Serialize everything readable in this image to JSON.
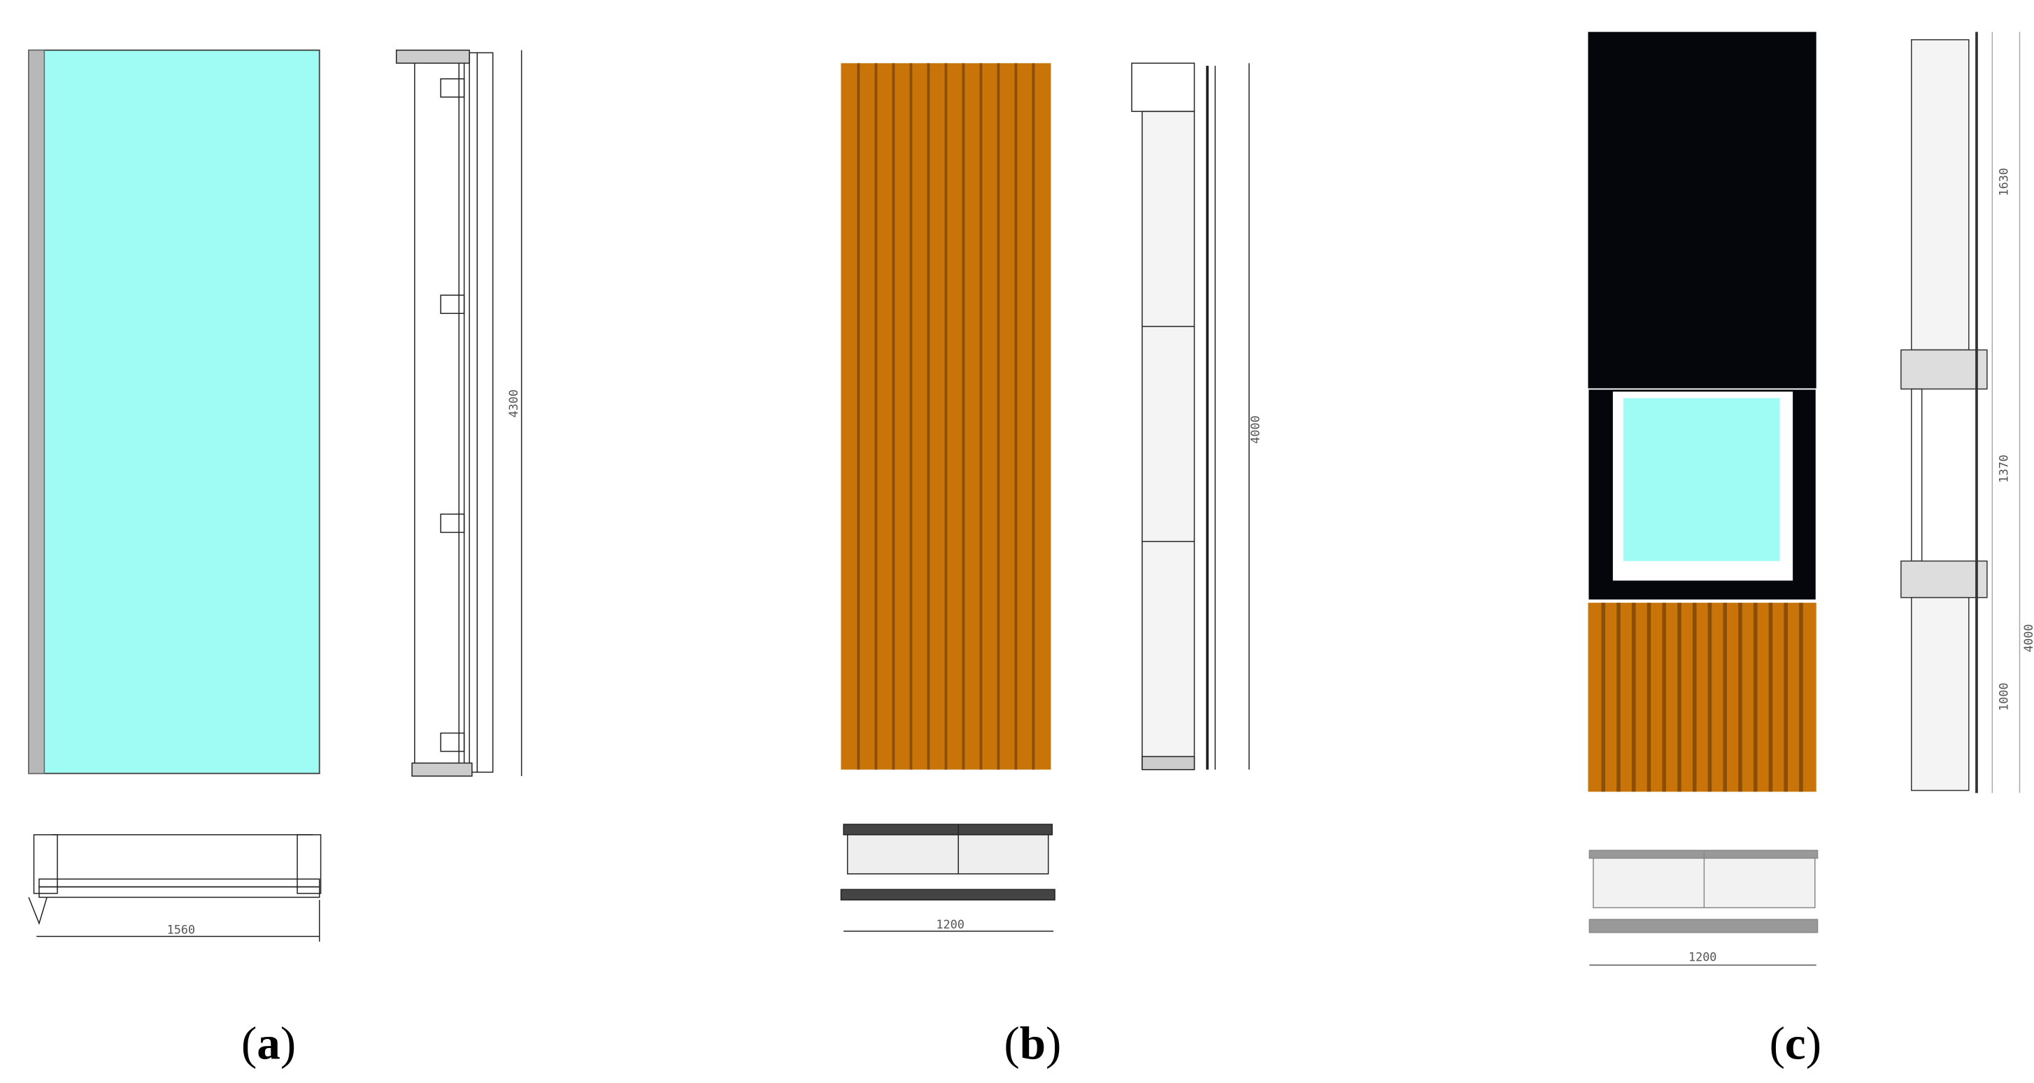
{
  "colors": {
    "glass": "#9ffcf4",
    "wood": "#c87408",
    "wood_groove": "#8a4f05",
    "black_panel": "#05060c",
    "frame_grey": "#b8b8b8"
  },
  "panels": [
    {
      "caption_letter": "a",
      "dims": {
        "width": "1560",
        "height": "4300"
      }
    },
    {
      "caption_letter": "b",
      "dims": {
        "width": "1200",
        "height": "4000"
      }
    },
    {
      "caption_letter": "c",
      "dims": {
        "width": "1200",
        "height": "4000",
        "upper": "1630",
        "middle": "1370",
        "lower": "1000"
      }
    }
  ]
}
